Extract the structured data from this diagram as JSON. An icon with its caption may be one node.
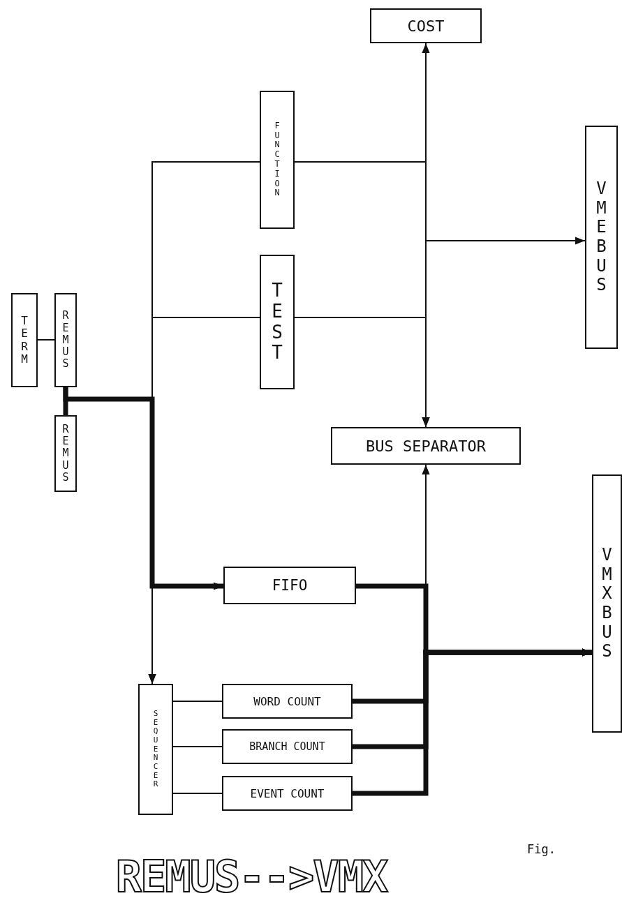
{
  "diagram": {
    "title": "REMUS-->VMX",
    "nodes": [
      {
        "text": [
          "COST"
        ]
      },
      {
        "text": [
          "FUNCTION"
        ]
      },
      {
        "text": [
          "VME BUS"
        ]
      },
      {
        "text": [
          "TEST"
        ]
      },
      {
        "text": [
          "TERM"
        ]
      },
      {
        "text": [
          "REMUS"
        ]
      },
      {
        "text": [
          "REMUS"
        ]
      },
      {
        "text": [
          "BUS SEPARATOR"
        ]
      },
      {
        "text": [
          "FIFO"
        ]
      },
      {
        "text": [
          "VMX BUS"
        ]
      },
      {
        "text": [
          "SEQUENCER"
        ]
      },
      {
        "text": [
          "WORD COUNT"
        ]
      },
      {
        "text": [
          "BRANCH COUNT"
        ]
      },
      {
        "text": [
          "EVENT COUNT"
        ]
      }
    ],
    "edges": [
      {
        "from": 0,
        "to": 7,
        "arrow": "both"
      },
      {
        "from": 2,
        "to": 7,
        "arrow": "both"
      },
      {
        "from": 7,
        "to": 1,
        "arrow": "none"
      },
      {
        "from": 1,
        "to": 10,
        "arrow": "to"
      },
      {
        "from": 7,
        "to": 3,
        "arrow": "none"
      },
      {
        "from": 3,
        "to": 10,
        "arrow": "to"
      },
      {
        "from": 4,
        "to": 5,
        "arrow": "none"
      },
      {
        "from": 5,
        "to": 6,
        "arrow": "none",
        "style": "thick"
      },
      {
        "from": 5,
        "to": 8,
        "arrow": "to",
        "style": "thick"
      },
      {
        "from": 7,
        "to": 9,
        "arrow": "both"
      },
      {
        "from": 8,
        "to": 9,
        "arrow": "to",
        "style": "thick"
      },
      {
        "from": 11,
        "to": 9,
        "arrow": "to",
        "style": "thick"
      },
      {
        "from": 12,
        "to": 9,
        "arrow": "to",
        "style": "thick"
      },
      {
        "from": 13,
        "to": 9,
        "arrow": "to",
        "style": "thick"
      },
      {
        "from": 10,
        "to": 11,
        "arrow": "none"
      },
      {
        "from": 10,
        "to": 12,
        "arrow": "none"
      },
      {
        "from": 10,
        "to": 13,
        "arrow": "none"
      }
    ],
    "labels": [
      "Fig."
    ]
  }
}
